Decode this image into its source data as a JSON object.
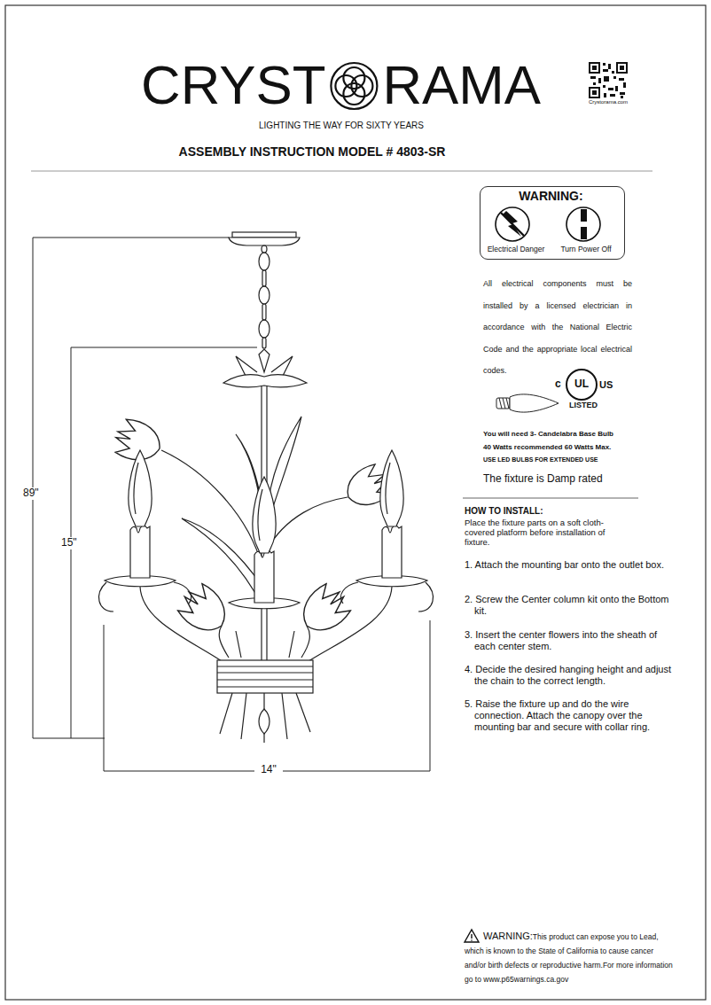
{
  "diagram": {
    "title": "ASSEMBLY INSTRUCTION MODEL # 4803-SR",
    "nodes": [
      {
        "text": [
          "WARNING:",
          "Electrical Danger",
          "Turn Power Off"
        ]
      }
    ],
    "labels": [
      "CRYST",
      "RAMA",
      "Crystorama.com",
      "LIGHTING THE WAY FOR SIXTY YEARS",
      "89\"",
      "15\"",
      "14\"",
      "All electrical components must be installed by a licensed electrician in accordance with the National Electric Code and the appropriate local electrical codes.",
      "c",
      "UL",
      "US",
      "LISTED",
      "You will need 3- Candelabra Base Bulb",
      "40 Watts recommended 60 Watts Max.",
      "USE LED BULBS FOR EXTENDED USE",
      "The fixture is Damp rated",
      "HOW TO INSTALL:",
      "Place the fixture parts on a soft cloth-covered platform before installation of fixture.",
      "1. Attach the mounting bar onto the outlet box.",
      "2. Screw the Center column kit onto the Bottom kit.",
      "3. Insert the center flowers into the sheath of each center stem.",
      "4. Decide the desired hanging height and adjust the chain to the correct length.",
      "5. Raise the fixture up and do the wire connection. Attach the canopy over the mounting bar and secure with collar ring.",
      "WARNING:",
      "This product can expose you to Lead, which is known to the State of California to cause cancer and/or birth defects or reproductive harm.For more information go to www.p65warnings.ca.gov"
    ]
  }
}
